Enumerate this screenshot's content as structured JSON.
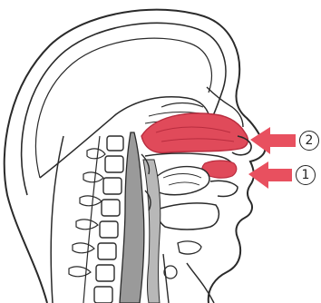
{
  "diagram": {
    "callouts": [
      {
        "id": 2,
        "label": "2"
      },
      {
        "id": 1,
        "label": "1"
      }
    ],
    "colors": {
      "outline": "#2a2a2a",
      "highlight": "#e04a5a",
      "highlight_dark": "#b82c3e",
      "airway_shade": "#9a9a9a",
      "arrow": "#e8505f",
      "background": "#ffffff"
    }
  }
}
